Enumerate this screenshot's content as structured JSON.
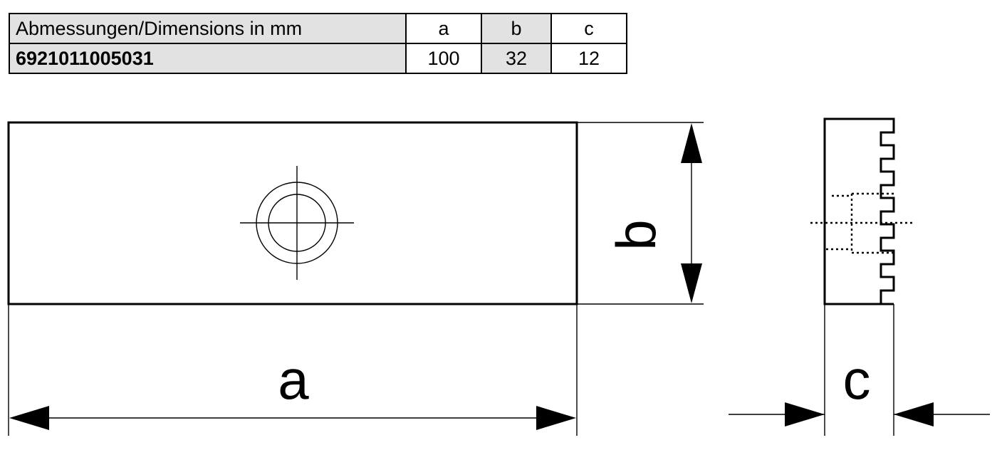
{
  "table": {
    "headers": [
      "Abmessungen/Dimensions in mm",
      "a",
      "b",
      "c"
    ],
    "rows": [
      {
        "part_number": "6921011005031",
        "a": "100",
        "b": "32",
        "c": "12"
      }
    ],
    "header_bg": "#e2e2e2",
    "cell_bg_highlight": "#e2e2e2",
    "cell_bg_plain": "#ffffff",
    "border_color": "#000000"
  },
  "drawing": {
    "line_color": "#000000",
    "background": "#ffffff",
    "front_view": {
      "name": "rectangular plate front view",
      "dimension_labels": {
        "length": "a",
        "width": "b"
      }
    },
    "side_view": {
      "name": "serrated plate side view",
      "dimension_labels": {
        "thickness": "c"
      }
    }
  }
}
